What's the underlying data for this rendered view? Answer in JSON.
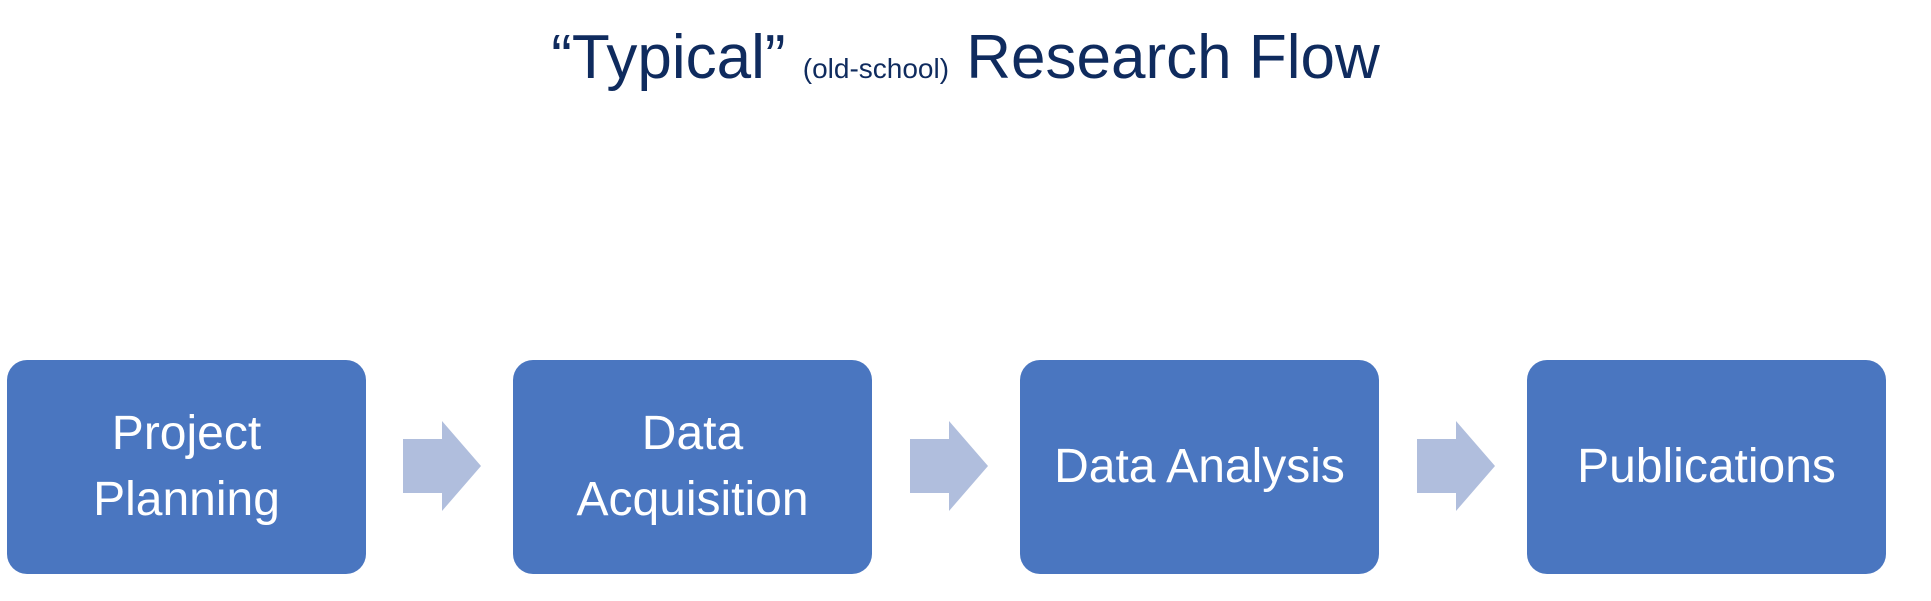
{
  "title": {
    "main_left": "“Typical”",
    "qualifier": "(old-school)",
    "main_right": "Research Flow",
    "color": "#0f2b5e"
  },
  "steps": [
    {
      "label": "Project Planning"
    },
    {
      "label": "Data Acquisition"
    },
    {
      "label": "Data Analysis"
    },
    {
      "label": "Publications"
    }
  ],
  "colors": {
    "box": "#4a76c0",
    "arrow": "#b0bedd",
    "text": "#ffffff"
  }
}
